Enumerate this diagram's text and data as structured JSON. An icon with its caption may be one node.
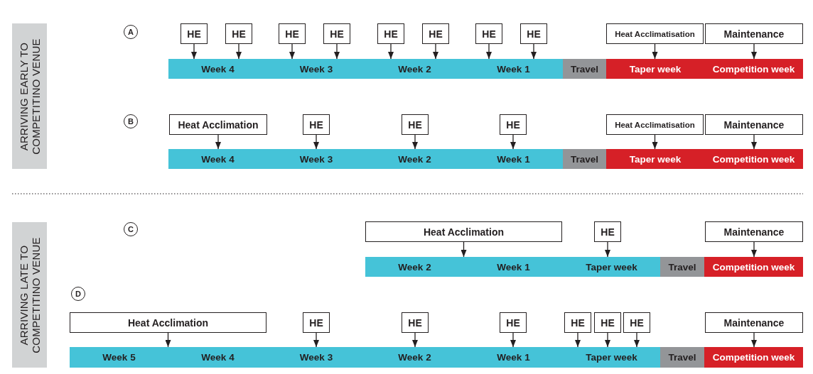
{
  "diagram": {
    "nodes": [
      {
        "text": [
          "ARRIVING EARLY TO COMPETITINO VENUE"
        ]
      },
      {
        "text": [
          "A"
        ]
      },
      {
        "text": [
          "HE"
        ]
      },
      {
        "text": [
          "HE"
        ]
      },
      {
        "text": [
          "HE"
        ]
      },
      {
        "text": [
          "HE"
        ]
      },
      {
        "text": [
          "HE"
        ]
      },
      {
        "text": [
          "HE"
        ]
      },
      {
        "text": [
          "HE"
        ]
      },
      {
        "text": [
          "HE"
        ]
      },
      {
        "text": [
          "Heat Acclimatisation"
        ]
      },
      {
        "text": [
          "Maintenance"
        ]
      },
      {
        "text": [
          "Week 4"
        ]
      },
      {
        "text": [
          "Week 3"
        ]
      },
      {
        "text": [
          "Week 2"
        ]
      },
      {
        "text": [
          "Week 1"
        ]
      },
      {
        "text": [
          "Travel"
        ]
      },
      {
        "text": [
          "Taper week"
        ]
      },
      {
        "text": [
          "Competition week"
        ]
      },
      {
        "text": [
          "B"
        ]
      },
      {
        "text": [
          "Heat Acclimation"
        ]
      },
      {
        "text": [
          "HE"
        ]
      },
      {
        "text": [
          "HE"
        ]
      },
      {
        "text": [
          "HE"
        ]
      },
      {
        "text": [
          "Heat Acclimatisation"
        ]
      },
      {
        "text": [
          "Maintenance"
        ]
      },
      {
        "text": [
          "Week 4"
        ]
      },
      {
        "text": [
          "Week 3"
        ]
      },
      {
        "text": [
          "Week 2"
        ]
      },
      {
        "text": [
          "Week 1"
        ]
      },
      {
        "text": [
          "Travel"
        ]
      },
      {
        "text": [
          "Taper week"
        ]
      },
      {
        "text": [
          "Competition week"
        ]
      },
      {
        "text": [
          "ARRIVING LATE TO COMPETITINO VENUE"
        ]
      },
      {
        "text": [
          "C"
        ]
      },
      {
        "text": [
          "Heat Acclimation"
        ]
      },
      {
        "text": [
          "HE"
        ]
      },
      {
        "text": [
          "Maintenance"
        ]
      },
      {
        "text": [
          "Week 2"
        ]
      },
      {
        "text": [
          "Week 1"
        ]
      },
      {
        "text": [
          "Taper week"
        ]
      },
      {
        "text": [
          "Travel"
        ]
      },
      {
        "text": [
          "Competition week"
        ]
      },
      {
        "text": [
          "D"
        ]
      },
      {
        "text": [
          "Heat Acclimation"
        ]
      },
      {
        "text": [
          "HE"
        ]
      },
      {
        "text": [
          "HE"
        ]
      },
      {
        "text": [
          "HE"
        ]
      },
      {
        "text": [
          "HE"
        ]
      },
      {
        "text": [
          "HE"
        ]
      },
      {
        "text": [
          "HE"
        ]
      },
      {
        "text": [
          "Maintenance"
        ]
      },
      {
        "text": [
          "Week 5"
        ]
      },
      {
        "text": [
          "Week 4"
        ]
      },
      {
        "text": [
          "Week 3"
        ]
      },
      {
        "text": [
          "Week 2"
        ]
      },
      {
        "text": [
          "Week 1"
        ]
      },
      {
        "text": [
          "Taper week"
        ]
      },
      {
        "text": [
          "Travel"
        ]
      },
      {
        "text": [
          "Competition week"
        ]
      }
    ],
    "edges": [
      {
        "from": 2,
        "to": 12,
        "arrow": "to"
      },
      {
        "from": 3,
        "to": 12,
        "arrow": "to"
      },
      {
        "from": 4,
        "to": 13,
        "arrow": "to"
      },
      {
        "from": 5,
        "to": 13,
        "arrow": "to"
      },
      {
        "from": 6,
        "to": 14,
        "arrow": "to"
      },
      {
        "from": 7,
        "to": 14,
        "arrow": "to"
      },
      {
        "from": 8,
        "to": 15,
        "arrow": "to"
      },
      {
        "from": 9,
        "to": 15,
        "arrow": "to"
      },
      {
        "from": 10,
        "to": 17,
        "arrow": "to"
      },
      {
        "from": 11,
        "to": 18,
        "arrow": "to"
      },
      {
        "from": 20,
        "to": 26,
        "arrow": "to"
      },
      {
        "from": 21,
        "to": 27,
        "arrow": "to"
      },
      {
        "from": 22,
        "to": 28,
        "arrow": "to"
      },
      {
        "from": 23,
        "to": 29,
        "arrow": "to"
      },
      {
        "from": 24,
        "to": 31,
        "arrow": "to"
      },
      {
        "from": 25,
        "to": 32,
        "arrow": "to"
      },
      {
        "from": 35,
        "to": 38,
        "arrow": "to"
      },
      {
        "from": 36,
        "to": 40,
        "arrow": "to"
      },
      {
        "from": 37,
        "to": 42,
        "arrow": "to"
      },
      {
        "from": 44,
        "to": 52,
        "arrow": "to"
      },
      {
        "from": 45,
        "to": 54,
        "arrow": "to"
      },
      {
        "from": 46,
        "to": 55,
        "arrow": "to"
      },
      {
        "from": 47,
        "to": 56,
        "arrow": "to"
      },
      {
        "from": 48,
        "to": 57,
        "arrow": "to"
      },
      {
        "from": 49,
        "to": 57,
        "arrow": "to"
      },
      {
        "from": 50,
        "to": 57,
        "arrow": "to"
      },
      {
        "from": 51,
        "to": 59,
        "arrow": "to"
      }
    ]
  }
}
